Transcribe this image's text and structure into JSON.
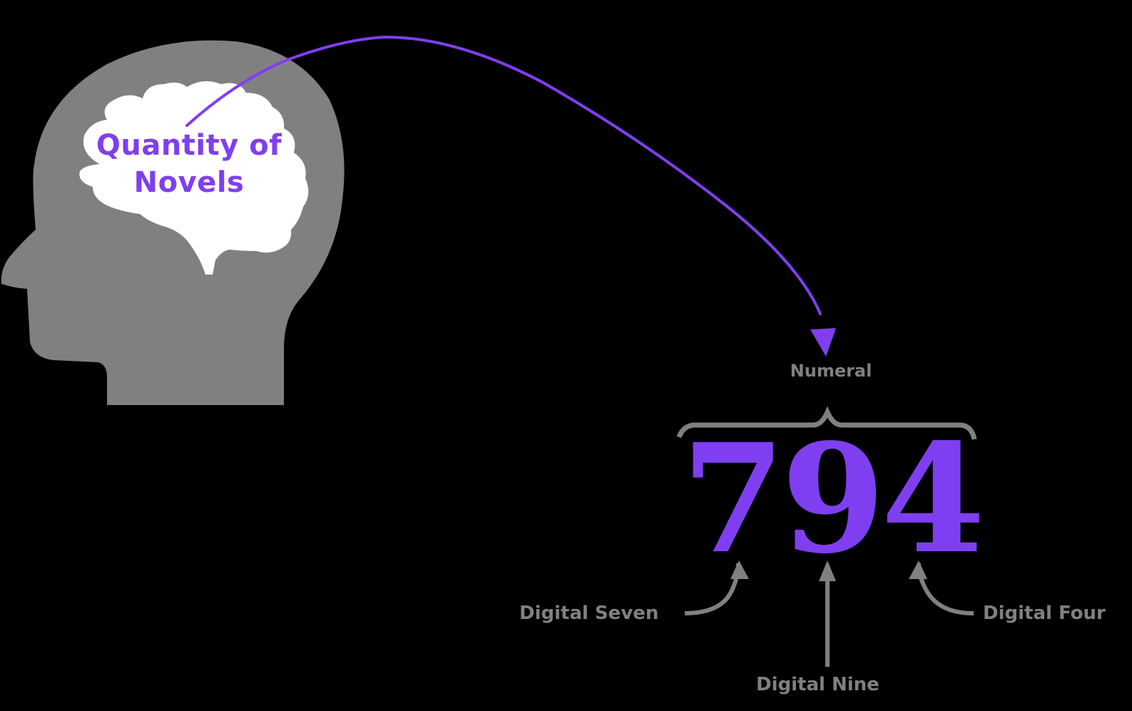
{
  "diagram": {
    "concept": {
      "line1": "Quantity of",
      "line2": "Novels"
    },
    "numeral_label": "Numeral",
    "number": "794",
    "digit_labels": {
      "seven": "Digital Seven",
      "nine": "Digital Nine",
      "four": "Digital Four"
    },
    "icons": {
      "head": "head-silhouette-icon",
      "brain": "brain-icon",
      "arrow": "curved-arrow-icon",
      "brace": "curly-brace-icon"
    },
    "colors": {
      "accent": "#7f3ff0",
      "gray": "#808080",
      "background": "#000000",
      "brain": "#ffffff"
    }
  }
}
